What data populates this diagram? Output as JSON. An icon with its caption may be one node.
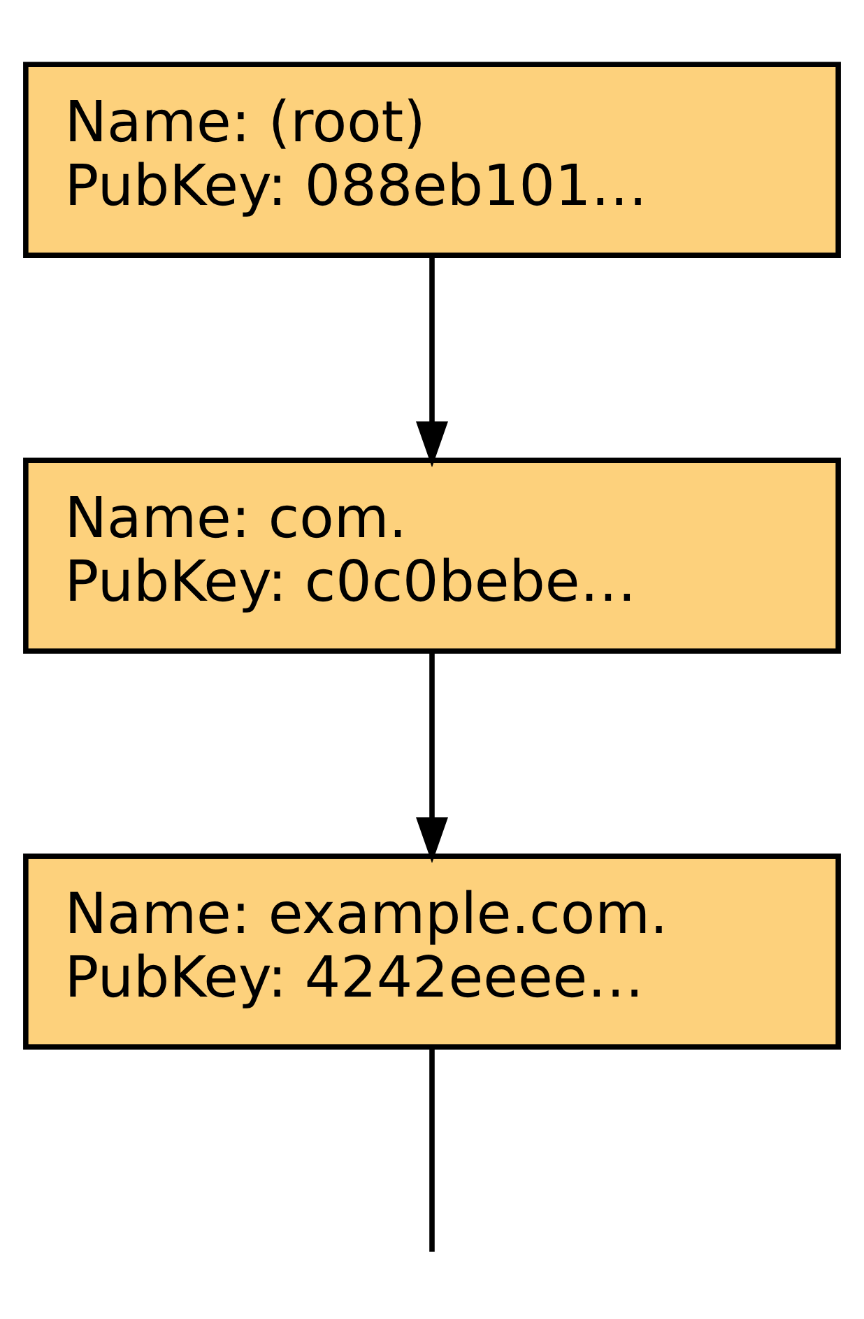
{
  "diagram": {
    "nodes": [
      {
        "text": [
          "Name: (root)",
          "PubKey: 088eb101…"
        ]
      },
      {
        "text": [
          "Name: com.",
          "PubKey: c0c0bebe…"
        ]
      },
      {
        "text": [
          "Name: example.com.",
          "PubKey: 4242eeee…"
        ]
      }
    ],
    "edges": [
      {
        "from": 0,
        "to": 1,
        "arrow": "to"
      },
      {
        "from": 1,
        "to": 2,
        "arrow": "to"
      },
      {
        "from": 2,
        "to": null,
        "arrow": "none"
      }
    ]
  }
}
